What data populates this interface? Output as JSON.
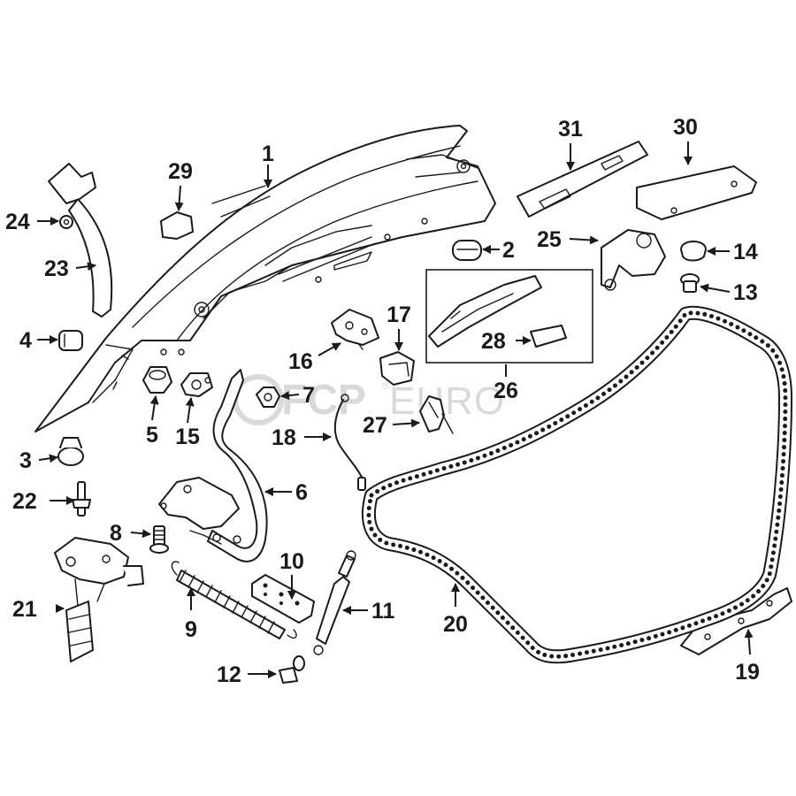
{
  "watermark": {
    "brand_a": "FCP",
    "brand_b": "EURO",
    "reg": "®"
  },
  "callouts": {
    "c1": "1",
    "c2": "2",
    "c3": "3",
    "c4": "4",
    "c5": "5",
    "c6": "6",
    "c7": "7",
    "c8": "8",
    "c9": "9",
    "c10": "10",
    "c11": "11",
    "c12": "12",
    "c13": "13",
    "c14": "14",
    "c15": "15",
    "c16": "16",
    "c17": "17",
    "c18": "18",
    "c19": "19",
    "c20": "20",
    "c21": "21",
    "c22": "22",
    "c23": "23",
    "c24": "24",
    "c25": "25",
    "c26": "26",
    "c27": "27",
    "c28": "28",
    "c29": "29",
    "c30": "30",
    "c31": "31"
  },
  "colors": {
    "ink": "#1a1a1a",
    "paper": "#ffffff",
    "watermark": "#d9d9d9"
  }
}
